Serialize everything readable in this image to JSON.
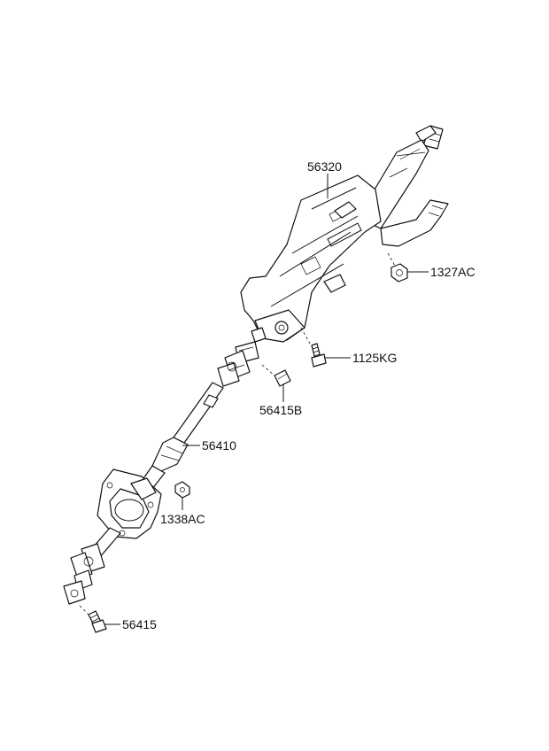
{
  "diagram": {
    "parts": [
      {
        "id": "p56320",
        "number": "56320"
      },
      {
        "id": "p1327AC",
        "number": "1327AC"
      },
      {
        "id": "p1125KG",
        "number": "1125KG"
      },
      {
        "id": "p56415B",
        "number": "56415B"
      },
      {
        "id": "p56410",
        "number": "56410"
      },
      {
        "id": "p1338AC",
        "number": "1338AC"
      },
      {
        "id": "p56415",
        "number": "56415"
      }
    ]
  }
}
